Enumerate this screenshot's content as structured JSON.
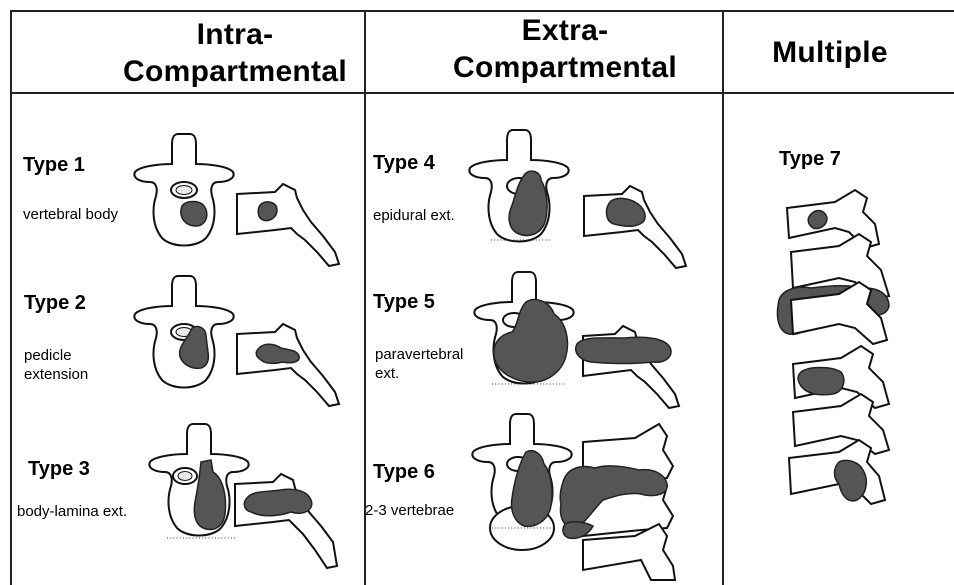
{
  "headers": {
    "intra": [
      "Intra-",
      "Compartmental"
    ],
    "extra": [
      "Extra-",
      "Compartmental"
    ],
    "multiple": "Multiple"
  },
  "types": [
    {
      "label": "Type 1",
      "desc": [
        "vertebral body"
      ]
    },
    {
      "label": "Type 2",
      "desc": [
        "pedicle",
        "extension"
      ]
    },
    {
      "label": "Type 3",
      "desc": [
        "body-lamina ext."
      ]
    },
    {
      "label": "Type 4",
      "desc": [
        "epidural ext."
      ]
    },
    {
      "label": "Type 5",
      "desc": [
        "paravertebral",
        "ext."
      ]
    },
    {
      "label": "Type 6",
      "desc": [
        "2-3 vertebrae"
      ]
    },
    {
      "label": "Type 7",
      "desc": []
    }
  ],
  "colors": {
    "line": "#222222",
    "tumor": "#555555",
    "bone": "#ffffff"
  }
}
